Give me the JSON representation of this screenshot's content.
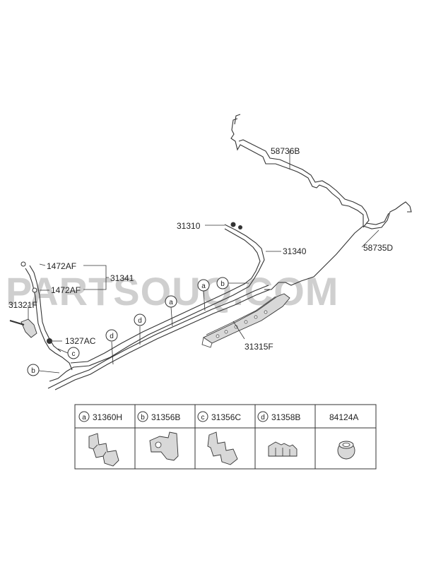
{
  "watermark": "PARTSOUQ.COM",
  "parts": {
    "p58736B": "58736B",
    "p58735D": "58735D",
    "p31310": "31310",
    "p31340": "31340",
    "p1472AF_top": "1472AF",
    "p1472AF_bottom": "1472AF",
    "p31341": "31341",
    "p31321F": "31321F",
    "p1327AC": "1327AC",
    "p31315F": "31315F"
  },
  "callouts": {
    "a": "a",
    "b": "b",
    "c": "c",
    "d": "d"
  },
  "table": {
    "columns": [
      {
        "key": "a",
        "part": "31360H"
      },
      {
        "key": "b",
        "part": "31356B"
      },
      {
        "key": "c",
        "part": "31356C"
      },
      {
        "key": "d",
        "part": "31358B"
      },
      {
        "key": "",
        "part": "84124A"
      }
    ]
  }
}
